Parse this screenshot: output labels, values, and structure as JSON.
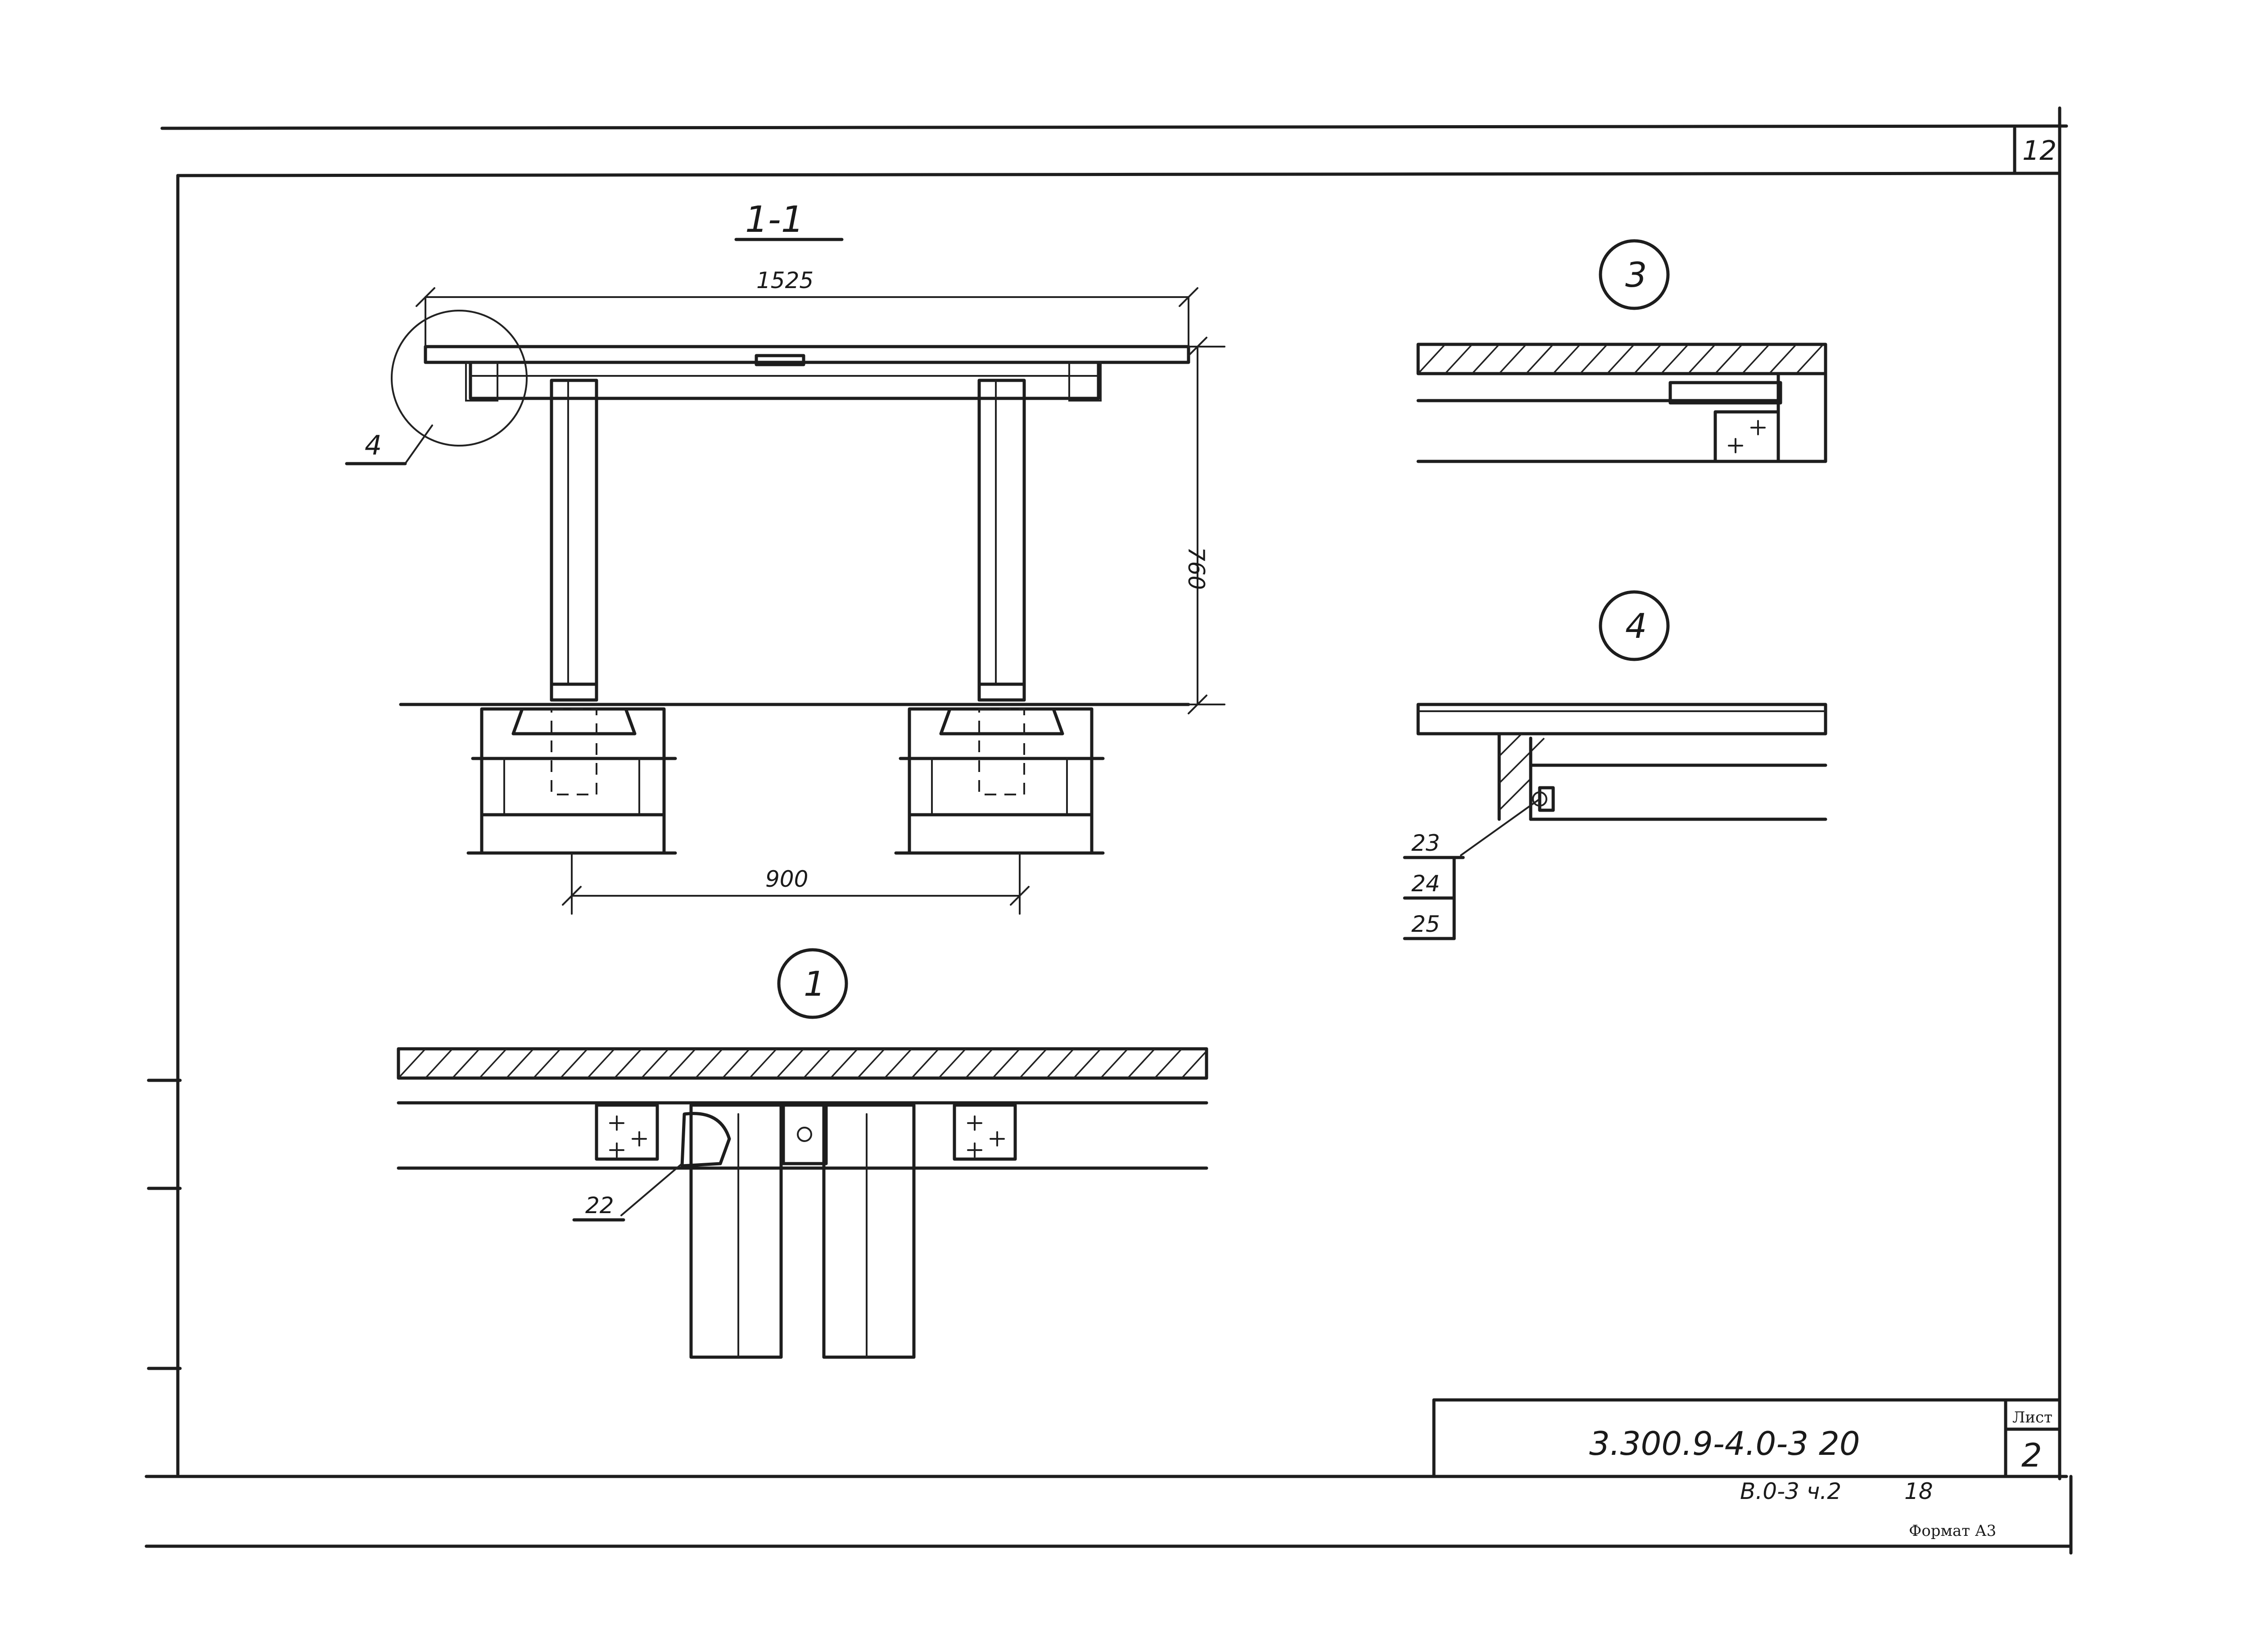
{
  "sheet": {
    "corner_number": "12",
    "document_code": "3.300.9-4.0-3 20",
    "sheet_label": "Лист",
    "sheet_number": "2",
    "album_ref": "В.0-3 ч.2",
    "page_number": "18",
    "format_label": "Формат А3"
  },
  "section_1_1": {
    "title": "1-1",
    "dim_width": "1525",
    "dim_height": "760",
    "dim_spacing": "900",
    "callout_ref": "4"
  },
  "detail_1": {
    "bubble": "1",
    "leader_22": "22"
  },
  "detail_3": {
    "bubble": "3"
  },
  "detail_4": {
    "bubble": "4",
    "leaders": [
      "23",
      "24",
      "25"
    ]
  }
}
